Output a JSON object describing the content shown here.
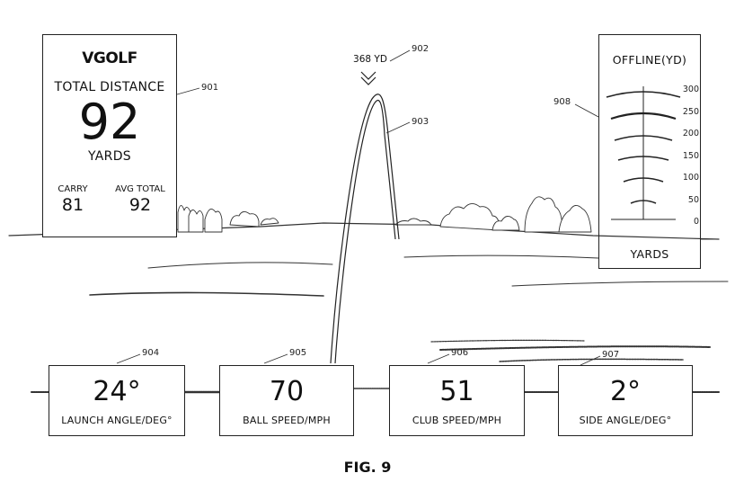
{
  "total_distance": {
    "logo": "VGOLF",
    "label": "TOTAL DISTANCE",
    "value": "92",
    "unit": "YARDS",
    "carry_label": "CARRY",
    "carry_value": "81",
    "avg_total_label": "AVG TOTAL",
    "avg_total_value": "92",
    "ref": "901"
  },
  "apex": {
    "label": "368 YD",
    "ref": "902"
  },
  "trajectory_ref": "903",
  "offline": {
    "title": "OFFLINE(YD)",
    "unit": "YARDS",
    "ref": "908",
    "scale": [
      "300",
      "250",
      "200",
      "150",
      "100",
      "50",
      "0"
    ]
  },
  "metrics": [
    {
      "value": "24°",
      "label": "LAUNCH ANGLE/DEG°",
      "ref": "904"
    },
    {
      "value": "70",
      "label": "BALL SPEED/MPH",
      "ref": "905"
    },
    {
      "value": "51",
      "label": "CLUB SPEED/MPH",
      "ref": "906"
    },
    {
      "value": "2°",
      "label": "SIDE ANGLE/DEG°",
      "ref": "907"
    }
  ],
  "figure_caption": "FIG. 9"
}
